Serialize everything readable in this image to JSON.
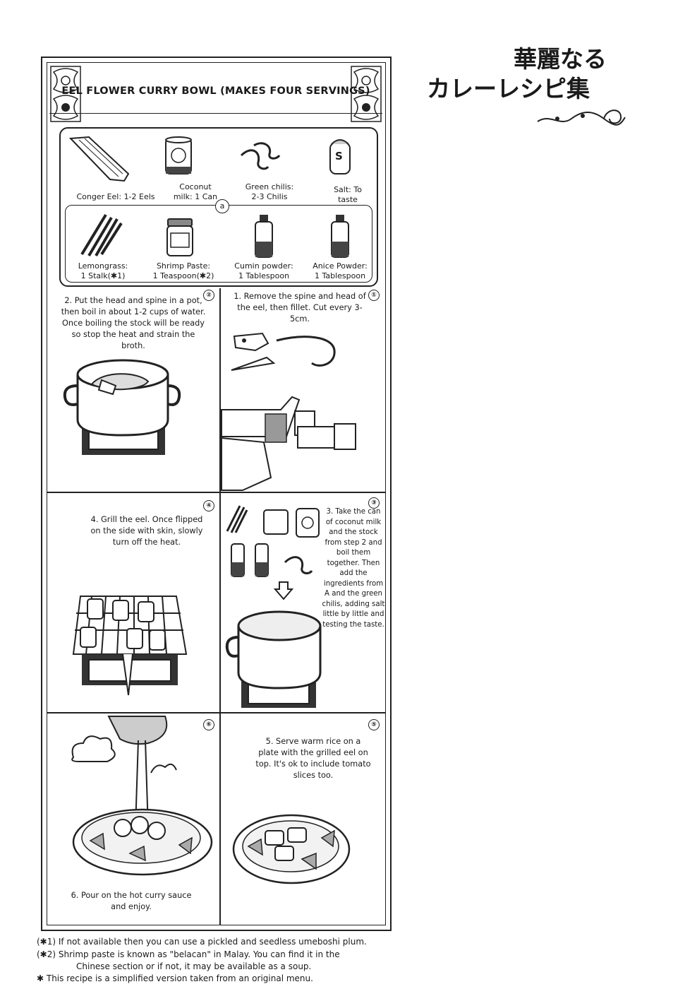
{
  "header": {
    "title_line1": "華麗なる",
    "title_line2": "カレーレシピ集"
  },
  "recipe": {
    "title": "EEL FLOWER CURRY BOWL (MAKES FOUR SERVINGS)",
    "group_marker": "a",
    "ingredients": [
      {
        "line1": "Conger Eel: 1-2 Eels",
        "line2": ""
      },
      {
        "line1": "Coconut",
        "line2": "milk: 1 Can"
      },
      {
        "line1": "Green chilis:",
        "line2": "2-3 Chilis"
      },
      {
        "line1": "Salt: To",
        "line2": "taste"
      },
      {
        "line1": "Lemongrass:",
        "line2": "1 Stalk(✱1)"
      },
      {
        "line1": "Shrimp Paste:",
        "line2": "1 Teaspoon(✱2)"
      },
      {
        "line1": "Cumin powder:",
        "line2": "1 Tablespoon"
      },
      {
        "line1": "Anice Powder:",
        "line2": "1 Tablespoon"
      }
    ],
    "salt_label": "S",
    "steps": [
      {
        "num": "①",
        "text": "1. Remove the spine and head of the eel, then fillet. Cut every 3-5cm."
      },
      {
        "num": "②",
        "text": "2. Put the head and spine in a pot, then boil in about 1-2 cups of water. Once boiling the stock will be ready so stop the heat and strain the broth."
      },
      {
        "num": "③",
        "text": "3. Take the can of coconut milk and the stock from step 2 and boil them together. Then add the ingredients from A and the green chilis, adding salt little by little and testing the taste."
      },
      {
        "num": "④",
        "text": "4. Grill the eel. Once flipped on the side with skin, slowly turn off the heat."
      },
      {
        "num": "⑤",
        "text": "5. Serve warm rice on a plate with the grilled eel on top. It's ok to include tomato slices too."
      },
      {
        "num": "⑥",
        "text": "6. Pour on the hot curry sauce and enjoy."
      }
    ]
  },
  "footnotes": [
    "(✱1) If not available then you can use a pickled and seedless umeboshi plum.",
    "(✱2) Shrimp paste is known as \"belacan\" in Malay. You can find it in the",
    "Chinese section or if not, it may be available as a soup.",
    "✱ This recipe is a simplified version taken from an original menu."
  ],
  "colors": {
    "ink": "#1a1a1a",
    "paper": "#ffffff",
    "shade": "#9a9a9a"
  }
}
